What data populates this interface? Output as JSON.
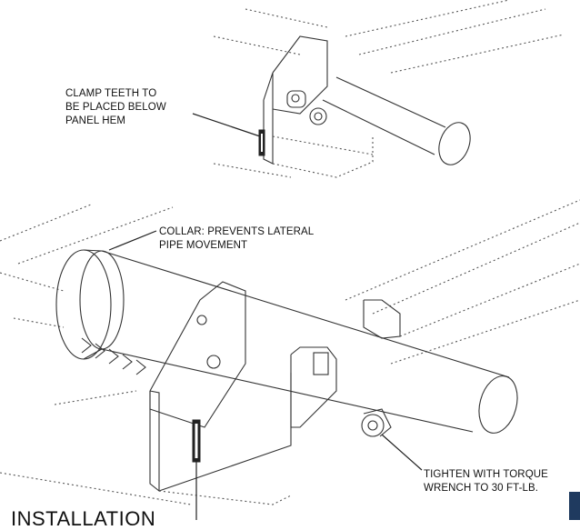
{
  "callouts": {
    "clamp_teeth": {
      "lines": [
        "CLAMP TEETH TO",
        "BE PLACED BELOW",
        "PANEL HEM"
      ]
    },
    "collar": {
      "lines": [
        "COLLAR: PREVENTS LATERAL",
        "PIPE MOVEMENT"
      ]
    },
    "torque": {
      "lines": [
        "TIGHTEN WITH TORQUE",
        "WRENCH TO 30 FT-LB."
      ]
    }
  },
  "footer": {
    "section_title": "INSTALLATION"
  },
  "colors": {
    "tab": "#1f3a5f",
    "linework": "#333333",
    "text": "#111111"
  }
}
